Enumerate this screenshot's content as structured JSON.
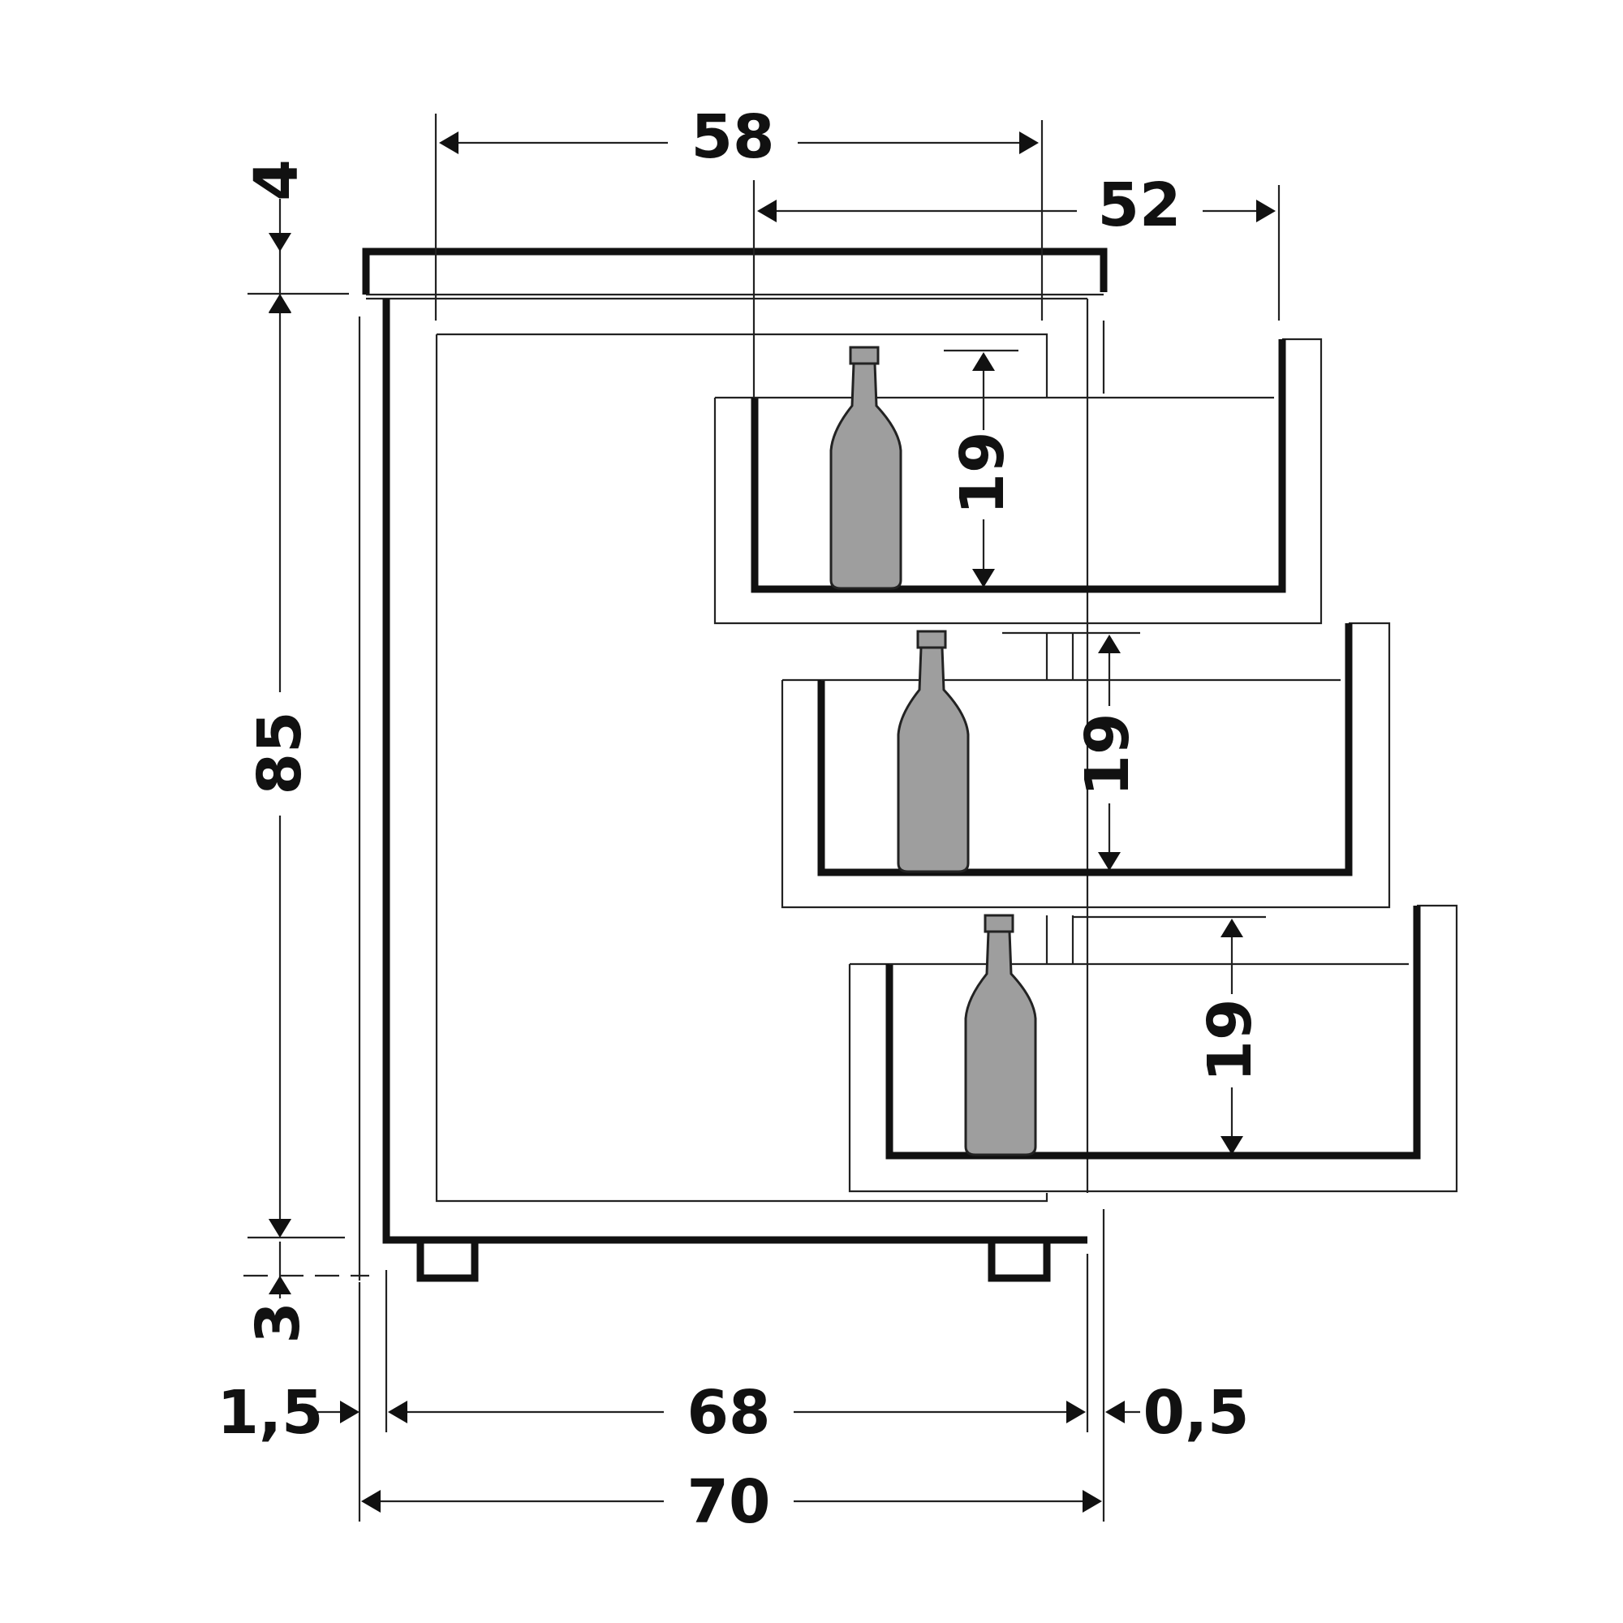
{
  "labels": {
    "top_depth": "58",
    "drawer_depth": "52",
    "worktop_thickness": "4",
    "carcass_height": "85",
    "plinth_height": "3",
    "back_gap": "1,5",
    "carcass_depth": "68",
    "front_gap": "0,5",
    "total_depth": "70",
    "drawer_1_height": "19",
    "drawer_2_height": "19",
    "drawer_3_height": "19"
  },
  "colors": {
    "line": "#111111",
    "bottle": "#9e9e9e",
    "background": "#ffffff"
  }
}
